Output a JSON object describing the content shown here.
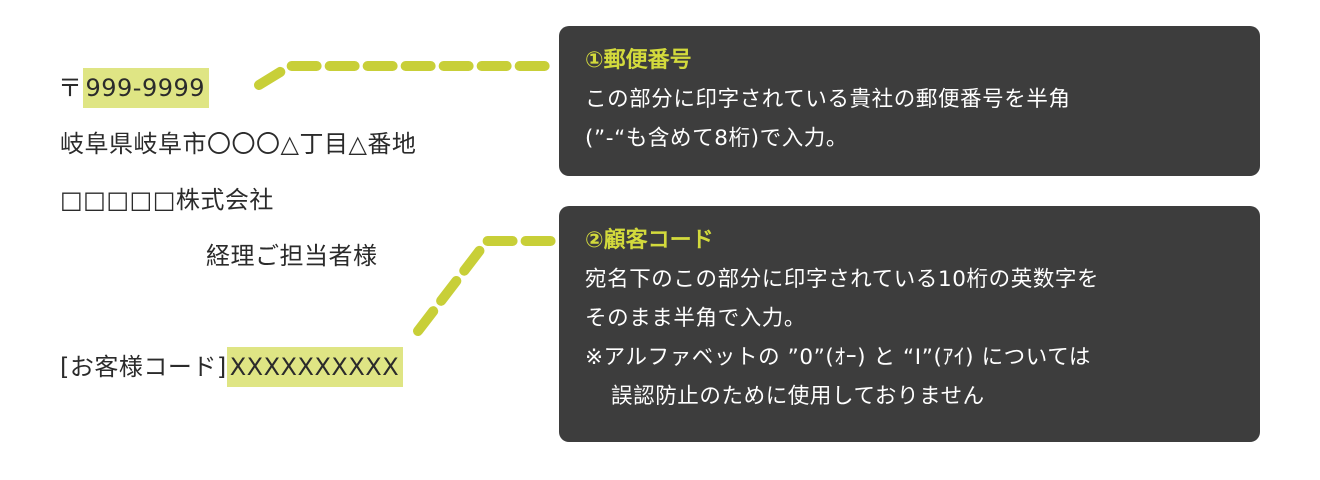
{
  "address": {
    "postal_prefix": "〒",
    "postal_code": "999-9999",
    "street": "岐阜県岐阜市〇〇〇△丁目△番地",
    "company": "□□□□□株式会社",
    "recipient": "経理ご担当者様",
    "customer_code_label": "[お客様コード]",
    "customer_code_value": "XXXXXXXXXX"
  },
  "callouts": [
    {
      "title": "①郵便番号",
      "lines": [
        "この部分に印字されている貴社の郵便番号を半角",
        "(”-“も含めて8桁)で入力。"
      ]
    },
    {
      "title": "②顧客コード",
      "lines": [
        "宛名下のこの部分に印字されている10桁の英数字を",
        "そのまま半角で入力。",
        "※アルファベットの ”0”(ｵｰ) と “I”(ｱｲ) については",
        "誤認防止のために使用しておりません"
      ]
    }
  ],
  "colors": {
    "highlight": "#dfe584",
    "leader_line": "#c8cf38",
    "callout_bg": "#3d3d3d",
    "callout_title": "#d3da3c",
    "text": "#2b2b2b"
  }
}
